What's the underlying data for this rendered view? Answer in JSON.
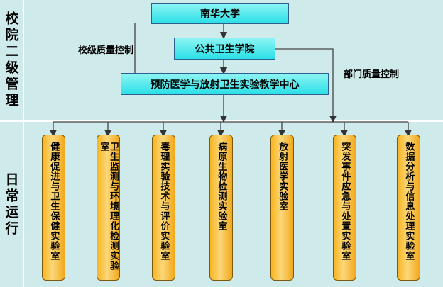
{
  "left_panel": {
    "top_label": "校院二级管理",
    "bottom_label": "日常运行"
  },
  "nodes": {
    "university": "南华大学",
    "college": "公共卫生学院",
    "center": "预防医学与放射卫生实验教学中心"
  },
  "annotations": {
    "school_qc": "校级质量控制",
    "dept_qc": "部门质量控制"
  },
  "labs": [
    "健康促进与卫生保健实验室",
    "卫生监测与环境理化检测实验室",
    "毒理实验技术与评价实验室",
    "病原生物检测实验室",
    "放射医学实验室",
    "突发事件应急与处置实验室",
    "数据分析与信息处理实验室"
  ]
}
